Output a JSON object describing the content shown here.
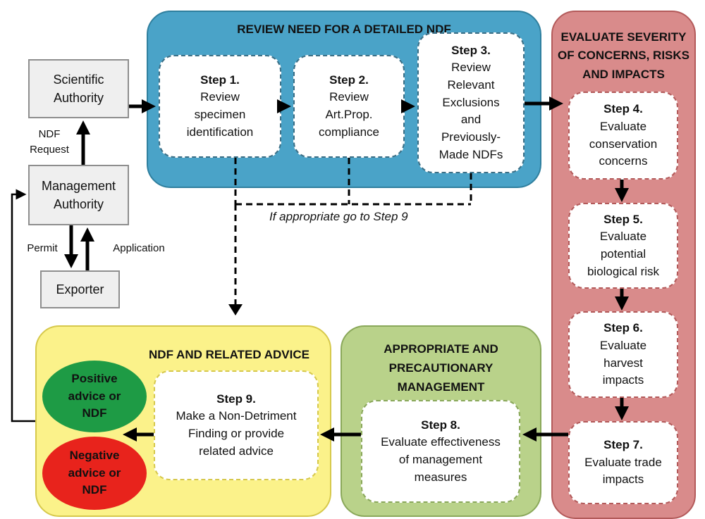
{
  "review_panel": {
    "title": "REVIEW NEED FOR A DETAILED NDF",
    "step1": {
      "num": "Step 1.",
      "text": "Review\nspecimen\nidentification"
    },
    "step2": {
      "num": "Step 2.",
      "text": "Review\nArt.Prop.\ncompliance"
    },
    "step3": {
      "num": "Step 3.",
      "text": "Review\nRelevant\nExclusions\nand\nPreviously-\nMade NDFs"
    },
    "note": "If appropriate go to Step 9"
  },
  "evaluate_panel": {
    "title": "EVALUATE SEVERITY\nOF CONCERNS, RISKS\nAND IMPACTS",
    "step4": {
      "num": "Step 4.",
      "text": "Evaluate\nconservation\nconcerns"
    },
    "step5": {
      "num": "Step 5.",
      "text": "Evaluate\npotential\nbiological risk"
    },
    "step6": {
      "num": "Step 6.",
      "text": "Evaluate\nharvest\nimpacts"
    },
    "step7": {
      "num": "Step 7.",
      "text": "Evaluate trade\nimpacts"
    }
  },
  "management_panel": {
    "title": "APPROPRIATE AND\nPRECAUTIONARY\nMANAGEMENT",
    "step8": {
      "num": "Step 8.",
      "text": "Evaluate effectiveness\nof management\nmeasures"
    }
  },
  "ndf_panel": {
    "title": "NDF AND RELATED ADVICE",
    "step9": {
      "num": "Step 9.",
      "text": "Make a Non-Detriment\nFinding or provide\nrelated advice"
    },
    "positive": "Positive\nadvice or\nNDF",
    "negative": "Negative\nadvice or\nNDF"
  },
  "actors": {
    "scientific": "Scientific\nAuthority",
    "management": "Management\nAuthority",
    "exporter": "Exporter",
    "ndf_request": "NDF\nRequest",
    "permit": "Permit",
    "application": "Application"
  },
  "colors": {
    "blue": "#4aa3c8",
    "red": "#d98b8b",
    "green": "#b9d28a",
    "yellow": "#fbf28a",
    "positive": "#1e9b45",
    "negative": "#e8231c"
  }
}
